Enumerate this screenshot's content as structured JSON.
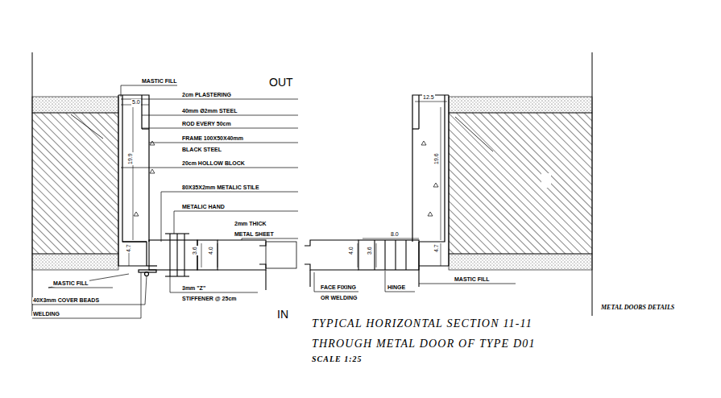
{
  "diagram": {
    "title": "TYPICAL HORIZONTAL SECTION 11-11 THROUGH METAL DOOR OF TYPE D01",
    "caption": "SCALE 1:25",
    "labels": [
      "OUT",
      "IN",
      "MASTIC FILL",
      "2cm PLASTERING",
      "40mm Ø2mm STEEL",
      "ROD EVERY 50cm",
      "FRAME 100X50X40mm",
      "BLACK STEEL",
      "20cm HOLLOW BLOCK",
      "80X35X2mm METALIC STILE",
      "METALIC HAND",
      "2mm THICK",
      "METAL SHEET",
      "MASTIC FILL",
      "40X3mm COVER BEADS",
      "WELDING",
      "3mm \"Z\"",
      "STIFFENER @ 25cm",
      "FACE FIXING",
      "OR WELDING",
      "HINGE",
      "MASTIC FILL",
      "METAL DOORS DETAILS",
      "5.0",
      "19.9",
      "4.7",
      "3.6",
      "4.0",
      "12.5",
      "19.6",
      "4.7",
      "8.0",
      "4.0",
      "3.6"
    ]
  }
}
